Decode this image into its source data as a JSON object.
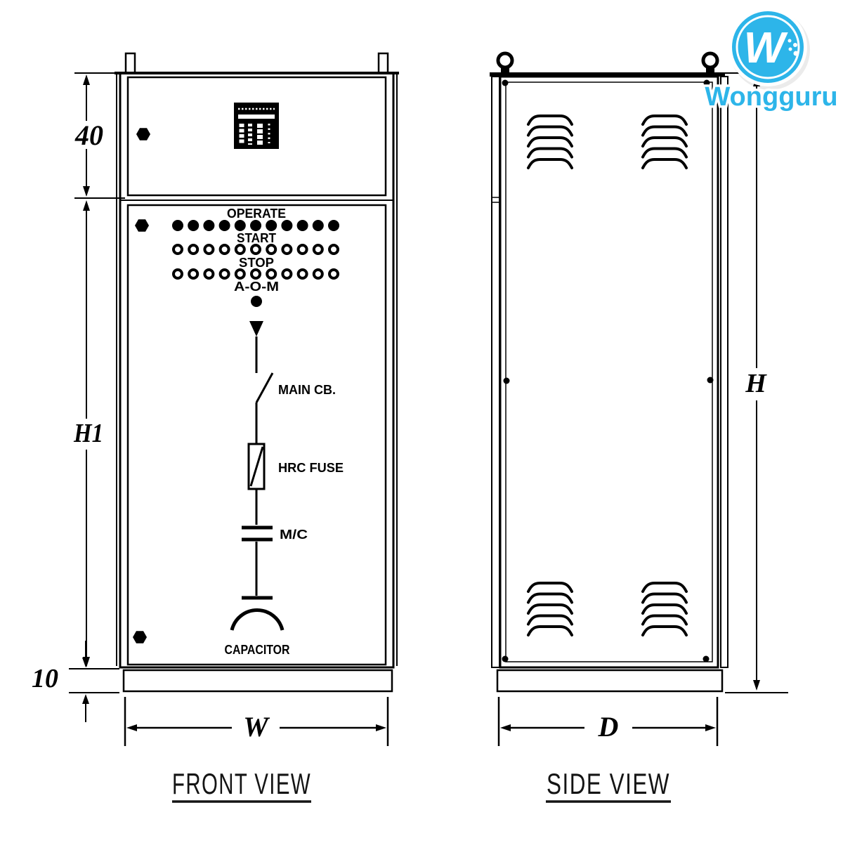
{
  "brand": {
    "name": "Wongguru",
    "monogram": "W",
    "color": "#2db5e9"
  },
  "front_view": {
    "title": "FRONT VIEW",
    "dims": {
      "top_section_height": "40",
      "door_height": "H1",
      "base_height": "10",
      "width": "W"
    },
    "panel": {
      "indicator_rows": [
        {
          "label": "OPERATE",
          "count": 11,
          "style": "filled"
        },
        {
          "label": "START",
          "count": 11,
          "style": "open"
        },
        {
          "label": "STOP",
          "count": 11,
          "style": "open"
        }
      ],
      "selector_label": "A-O-M"
    },
    "diagram_labels": {
      "breaker": "MAIN CB.",
      "fuse": "HRC FUSE",
      "contactor": "M/C",
      "capacitor": "CAPACITOR"
    }
  },
  "side_view": {
    "title": "SIDE VIEW",
    "dims": {
      "height": "H",
      "depth": "D"
    }
  }
}
